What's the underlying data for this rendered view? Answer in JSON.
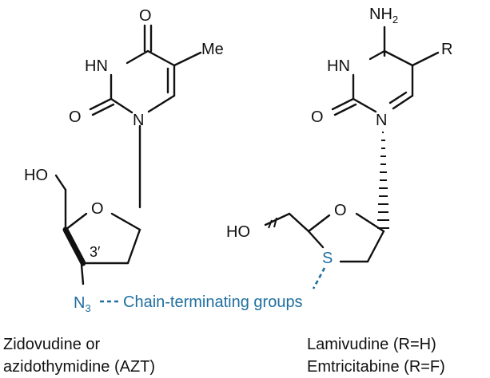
{
  "azt": {
    "atoms": {
      "O_top": "O",
      "methyl": "Me",
      "HN": "HN",
      "O_left": "O",
      "N1": "N",
      "HO": "HO",
      "O_ring": "O",
      "prime": "3′",
      "N3_main": "N",
      "N3_sub": "3"
    },
    "caption": [
      "Zidovudine or",
      "azidothymidine (AZT)"
    ]
  },
  "nrti": {
    "atoms": {
      "NH2_main": "NH",
      "NH2_sub": "2",
      "R": "R",
      "HN": "HN",
      "O_left": "O",
      "N1": "N",
      "HO": "HO",
      "O_ring": "O",
      "S": "S"
    },
    "caption": [
      "Lamivudine (R=H)",
      "Emtricitabine (R=F)"
    ]
  },
  "annotation": {
    "label": "Chain-terminating groups",
    "color": "#1f6f9f"
  }
}
